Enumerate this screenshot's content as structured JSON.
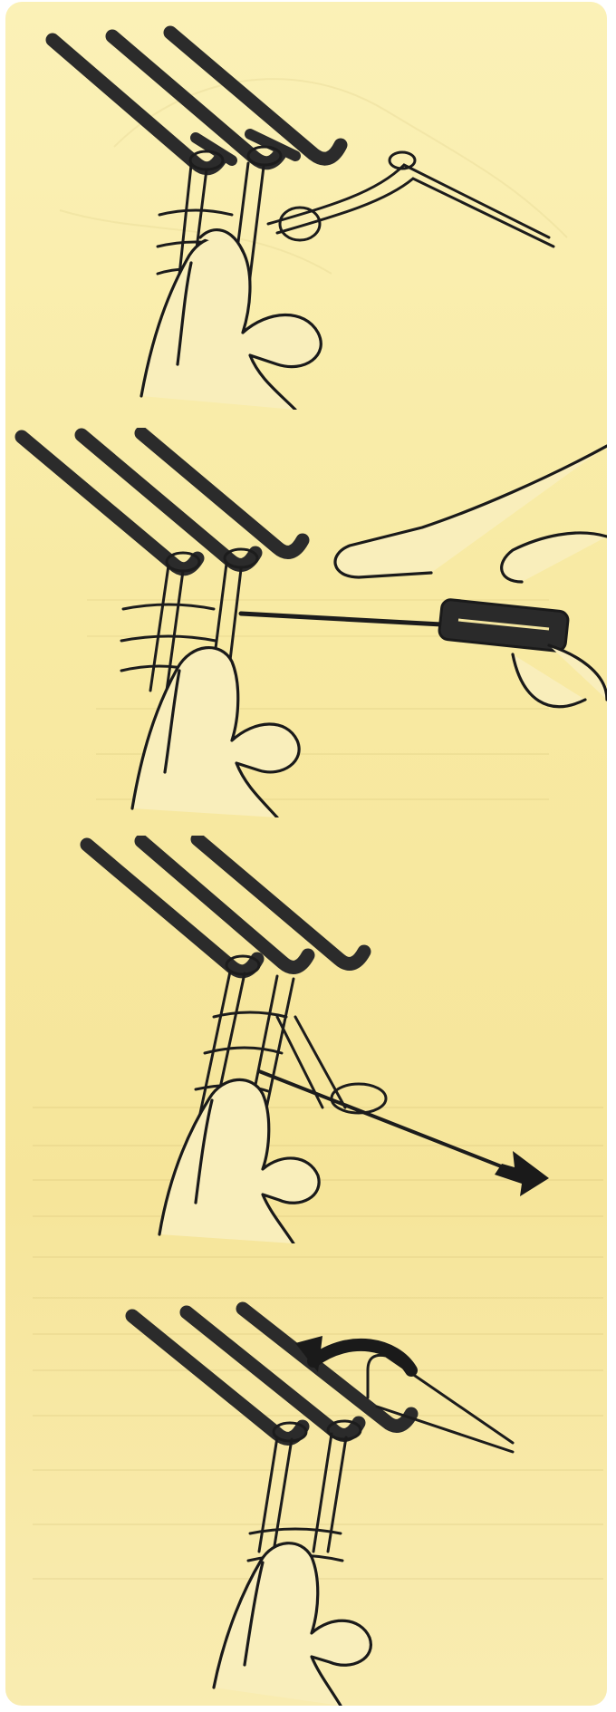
{
  "document": {
    "kind": "knitting machine instruction illustrations",
    "steps": [
      {
        "index": 1,
        "icon": "needles-with-loops-icon"
      },
      {
        "index": 2,
        "icon": "transfer-tool-on-needles-icon"
      },
      {
        "index": 3,
        "icon": "pull-direction-arrow-icon"
      },
      {
        "index": 4,
        "icon": "rotate-arrow-icon"
      }
    ],
    "colors": {
      "paper": "#f8eaa3",
      "ink": "#1c1c1c",
      "needle": "#2b2b2b"
    }
  }
}
